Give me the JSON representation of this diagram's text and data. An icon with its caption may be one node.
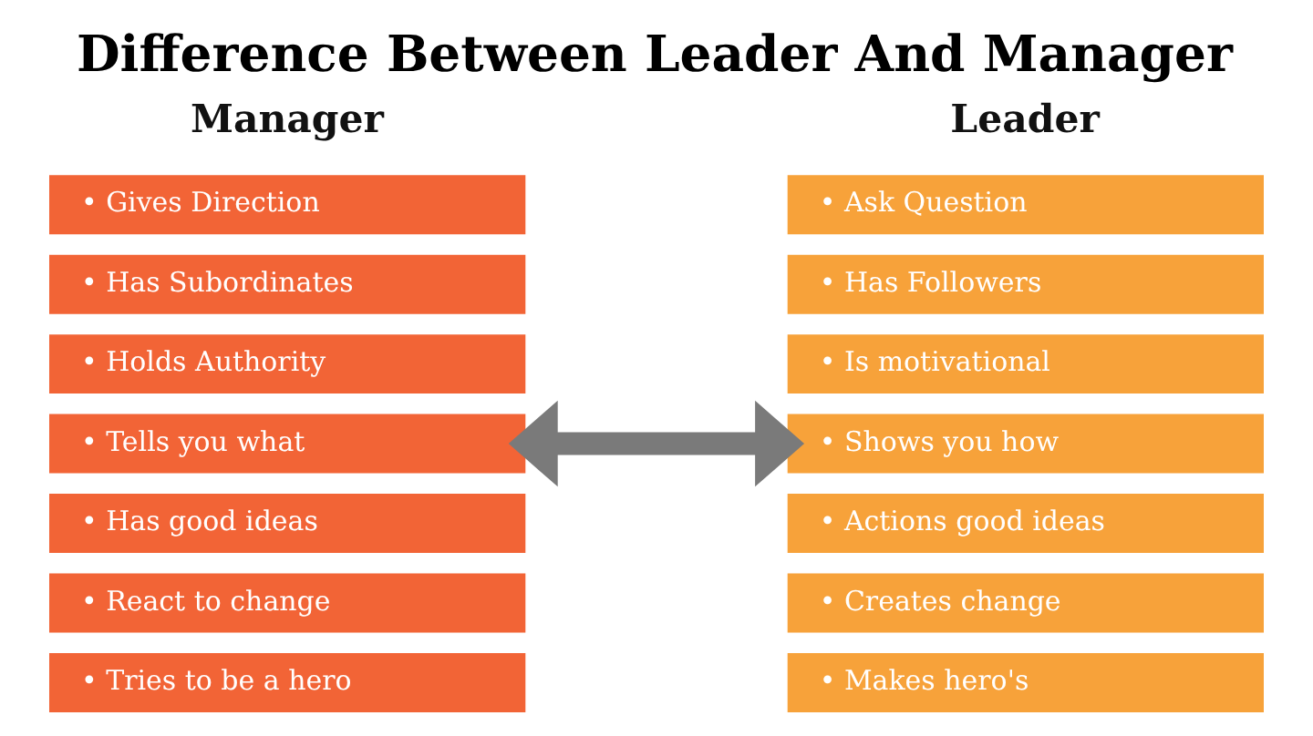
{
  "diagram": {
    "title": "Difference Between Leader And Manager",
    "nodes": [
      {
        "text": [
          "• Gives Direction"
        ]
      },
      {
        "text": [
          "• Has Subordinates"
        ]
      },
      {
        "text": [
          "• Holds Authority"
        ]
      },
      {
        "text": [
          "• Tells you what"
        ]
      },
      {
        "text": [
          "• Has good ideas"
        ]
      },
      {
        "text": [
          "• React to change"
        ]
      },
      {
        "text": [
          "• Tries to be a hero"
        ]
      },
      {
        "text": [
          "• Ask Question"
        ]
      },
      {
        "text": [
          "• Has Followers"
        ]
      },
      {
        "text": [
          "• Is motivational"
        ]
      },
      {
        "text": [
          "• Shows you how"
        ]
      },
      {
        "text": [
          "• Actions good ideas"
        ]
      },
      {
        "text": [
          "• Creates change"
        ]
      },
      {
        "text": [
          "• Makes hero's"
        ]
      }
    ],
    "edges": [
      {
        "from": 3,
        "to": 10,
        "arrow": "both",
        "color": "#7a7a7a"
      }
    ],
    "labels": [
      "Manager",
      "Leader"
    ]
  }
}
